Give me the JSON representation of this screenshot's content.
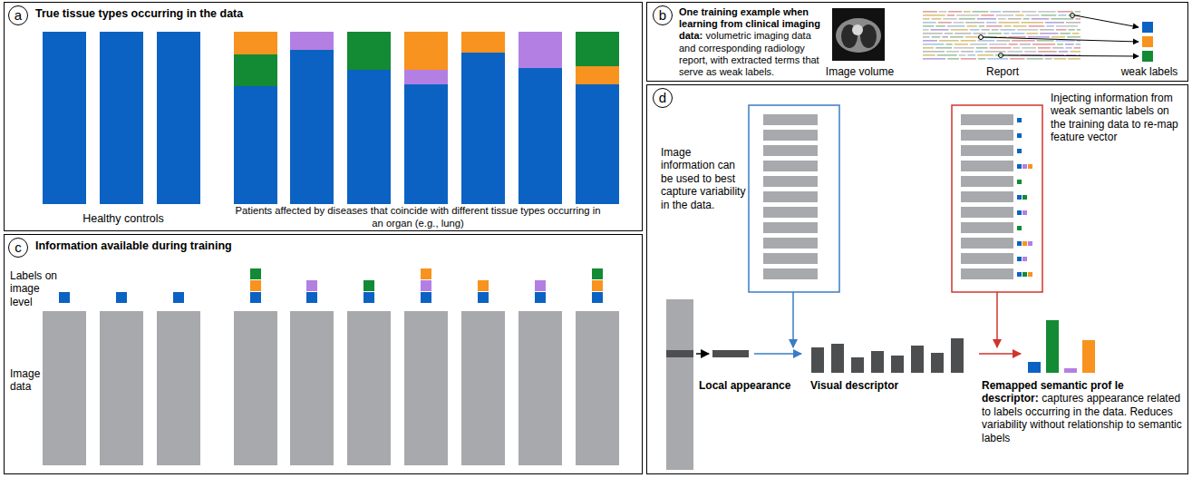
{
  "diagram": {
    "nodes": [
      {
        "text": [
          "a",
          "True tissue types occurring in the data",
          "Healthy controls",
          "Patients affected by diseases that coincide with different tissue types occurring in an organ (e.g., lung)"
        ]
      },
      {
        "text": [
          "b",
          "One training example when learning from clinical imaging data:",
          "volumetric imaging data and corresponding radiology report, with extracted terms that serve as weak labels.",
          "Image volume",
          "Report",
          "weak labels"
        ]
      },
      {
        "text": [
          "c",
          "Information available during training",
          "Labels on image level",
          "Image data"
        ]
      },
      {
        "text": [
          "d",
          "Image information can be used to best capture variability in the data.",
          "Injecting information from weak semantic labels on the training data to re-map feature vector",
          "Local appearance",
          "Visual descriptor",
          "Remapped semantic prof le descriptor:",
          "captures appearance related to labels occurring in the data. Reduces variability without relationship to semantic labels"
        ]
      }
    ]
  }
}
